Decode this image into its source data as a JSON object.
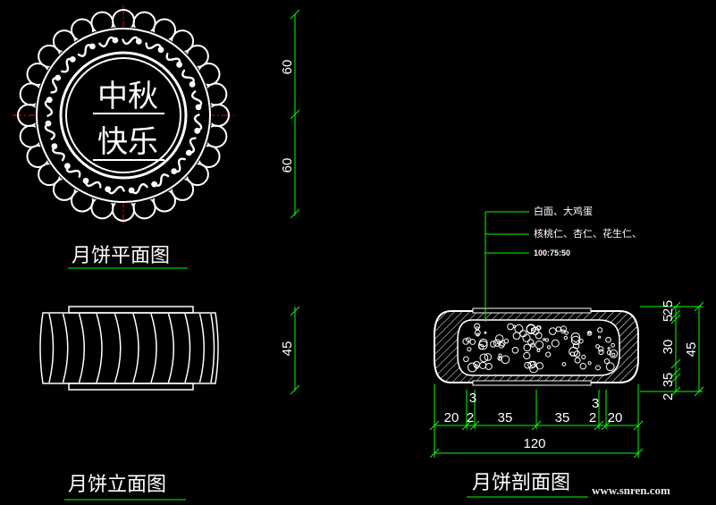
{
  "colors": {
    "background": "#000000",
    "outline": "#ffffff",
    "dimension": "#00ff00",
    "centerline": "#ff0000",
    "title_underline": "#00ff00"
  },
  "views": {
    "plan": {
      "title": "月饼平面图",
      "stamp_line1": "中秋",
      "stamp_line2": "快乐",
      "dims": [
        "60",
        "60"
      ]
    },
    "elevation": {
      "title": "月饼立面图",
      "dims": [
        "45"
      ]
    },
    "section": {
      "title": "月饼剖面图",
      "notes": [
        "白面、大鸡蛋",
        "核桃仁、杏仁、花生仁、",
        "100:75:50"
      ],
      "right_dims": [
        "5",
        "2",
        "5",
        "30",
        "5",
        "2",
        "3"
      ],
      "right_total": "45",
      "bottom_dims": [
        "20",
        "2",
        "35",
        "35",
        "2",
        "20"
      ],
      "bottom_top_marks": [
        "3",
        "3"
      ],
      "total_width": "120"
    }
  },
  "watermark": "www.snren.com"
}
